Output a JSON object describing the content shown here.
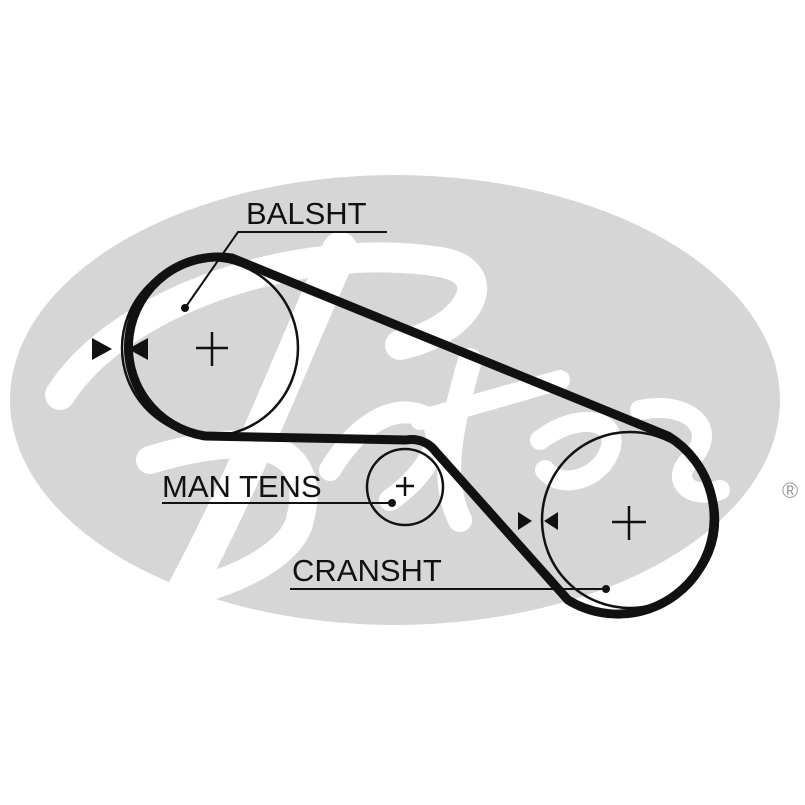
{
  "labels": {
    "balancer_shaft": "BALSHT",
    "manual_tensioner": "MAN TENS",
    "crankshaft": "CRANSHT"
  },
  "watermark": {
    "registered_mark": "®",
    "color": "#d6d6d6"
  },
  "colors": {
    "line": "#111111",
    "background": "#ffffff"
  },
  "icons": [
    "tension-arrow-icon",
    "center-cross-icon",
    "gates-logo-watermark"
  ]
}
